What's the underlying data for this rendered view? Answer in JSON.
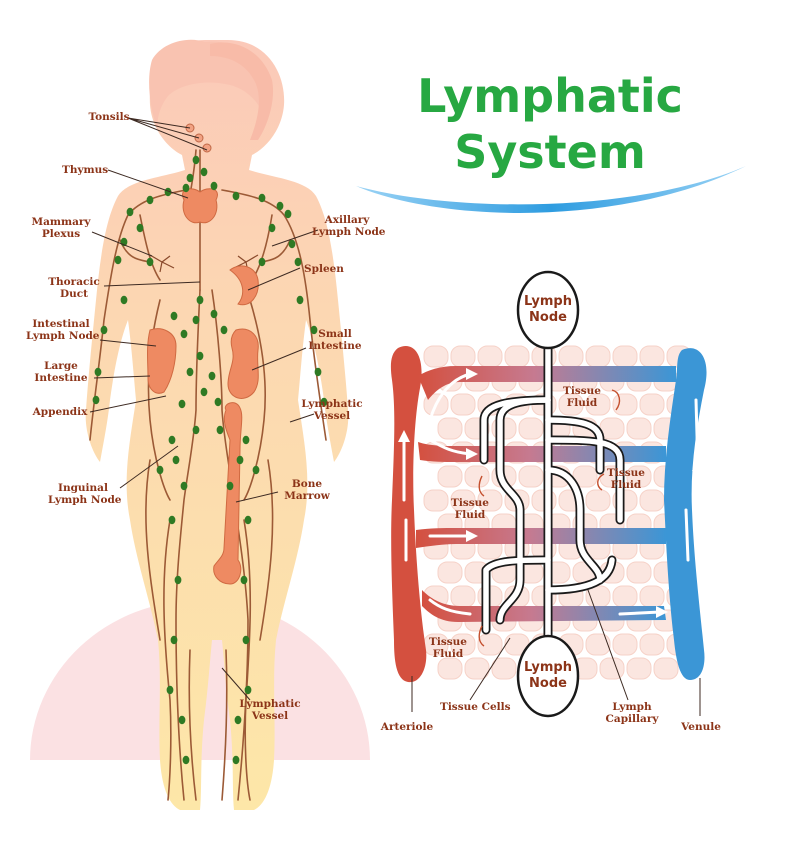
{
  "title": {
    "line1": "Lymphatic",
    "line2": "System"
  },
  "colors": {
    "title": "#27a842",
    "label_text": "#8c3418",
    "skin": "#fbd3c0",
    "body_fill": "#fcd9a2",
    "organ": "#ee8a62",
    "lymph_node": "#2f7a24",
    "vessel": "#9c5a36",
    "arteriole": "#d4503f",
    "venule": "#3b96d6",
    "background_arc": "#fbe1e3",
    "tissue_cells": "#fbe6e0",
    "swoosh": "#2e9ce0"
  },
  "body_labels": {
    "tonsils": [
      "Tonsils"
    ],
    "thymus": [
      "Thymus"
    ],
    "mammary_plexus": [
      "Mammary",
      "Plexus"
    ],
    "axillary_lymph_node": [
      "Axillary",
      "Lymph Node"
    ],
    "thoracic_duct": [
      "Thoracic",
      "Duct"
    ],
    "spleen": [
      "Spleen"
    ],
    "intestinal_lymph_node": [
      "Intestinal",
      "Lymph Node"
    ],
    "small_intestine": [
      "Small",
      "Intestine"
    ],
    "large_intestine": [
      "Large",
      "Intestine"
    ],
    "appendix": [
      "Appendix"
    ],
    "lymphatic_vessel_arm": [
      "Lymphatic",
      "Vessel"
    ],
    "inguinal_lymph_node": [
      "Inguinal",
      "Lymph Node"
    ],
    "bone_marrow": [
      "Bone",
      "Marrow"
    ],
    "lymphatic_vessel_leg": [
      "Lymphatic",
      "Vessel"
    ]
  },
  "capillary_labels": {
    "lymph_node_top": [
      "Lymph",
      "Node"
    ],
    "lymph_node_bottom": [
      "Lymph",
      "Node"
    ],
    "tissue_fluid_1": [
      "Tissue",
      "Fluid"
    ],
    "tissue_fluid_2": [
      "Tissue",
      "Fluid"
    ],
    "tissue_fluid_3": [
      "Tissue",
      "Fluid"
    ],
    "tissue_fluid_4": [
      "Tissue",
      "Fluid"
    ],
    "arteriole": [
      "Arteriole"
    ],
    "tissue_cells": [
      "Tissue Cells"
    ],
    "lymph_capillary": [
      "Lymph",
      "Capillary"
    ],
    "venule": [
      "Venule"
    ]
  }
}
